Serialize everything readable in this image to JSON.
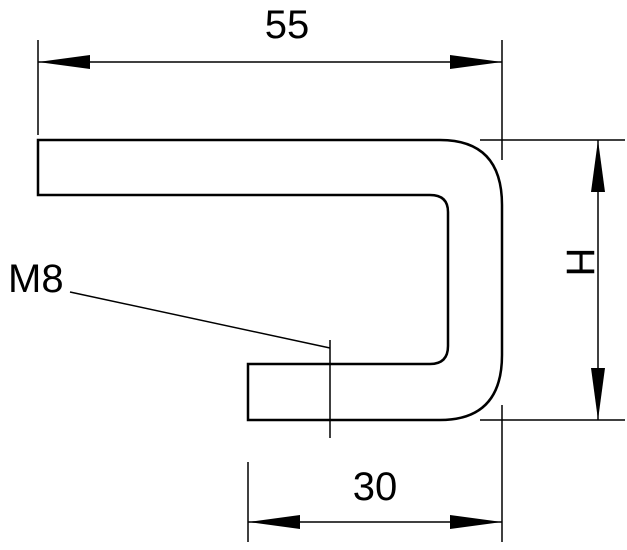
{
  "dimensions": {
    "width_top": "55",
    "width_bottom": "30",
    "height": "H"
  },
  "labels": {
    "thread": "M8"
  },
  "colors": {
    "line": "#000000",
    "background": "#ffffff"
  }
}
